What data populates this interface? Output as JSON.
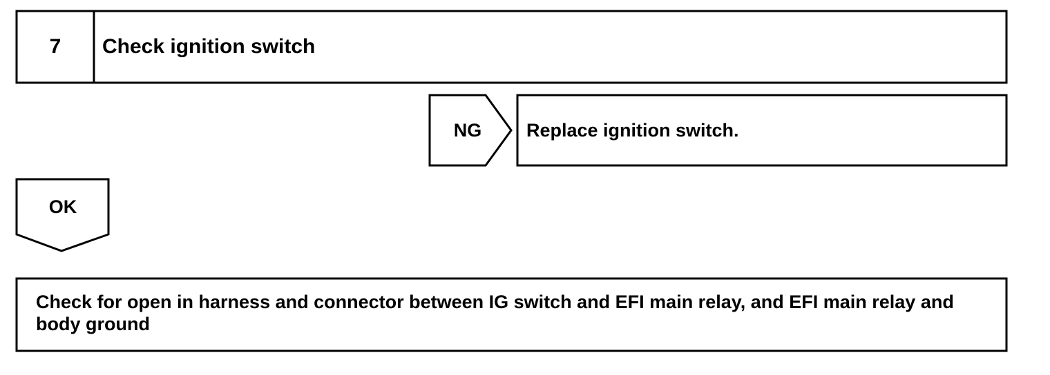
{
  "step": {
    "number": "7",
    "title": "Check ignition switch"
  },
  "ng_branch": {
    "label": "NG",
    "action": "Replace ignition switch."
  },
  "ok_branch": {
    "label": "OK"
  },
  "next_step": {
    "text": "Check for open in harness and connector between IG switch and EFI main relay, and EFI main relay and body ground"
  }
}
